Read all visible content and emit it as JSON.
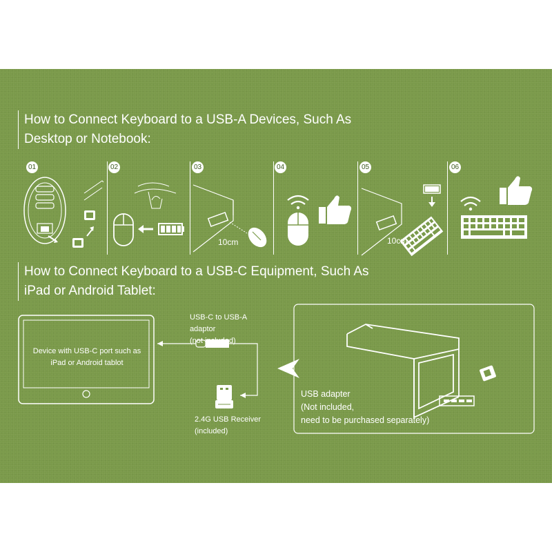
{
  "section1": {
    "title_line1": "How to Connect Keyboard to a USB-A Devices, Such As",
    "title_line2": "Desktop or Notebook:",
    "steps": [
      "01",
      "02",
      "03",
      "04",
      "05",
      "06"
    ],
    "distance_label": "10cm"
  },
  "section2": {
    "title_line1": "How to Connect Keyboard to a USB-C Equipment, Such As",
    "title_line2": "iPad or Android Tablet:",
    "device_text": "Device with USB-C port such as iPad or Android tablot",
    "adaptor_label_line1": "USB-C to USB-A adaptor",
    "adaptor_label_line2": "(not included)",
    "receiver_label_line1": "2.4G USB Receiver",
    "receiver_label_line2": "(included)",
    "usb_adapter_line1": "USB adapter",
    "usb_adapter_line2": "(Not included,",
    "usb_adapter_line3": "need to be purchased separately)"
  },
  "colors": {
    "background": "#7a9a4a",
    "foreground": "#ffffff"
  }
}
